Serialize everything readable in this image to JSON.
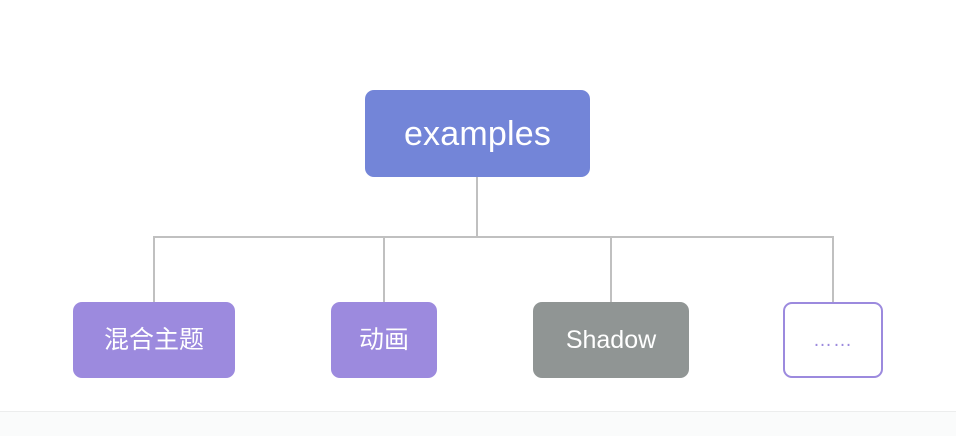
{
  "diagram": {
    "type": "tree",
    "orientation": "top-down",
    "background_color": "#ffffff",
    "connector_color": "#c0c0c0",
    "root": {
      "label": "examples",
      "fill_color": "#7385d8",
      "text_color": "#ffffff"
    },
    "children": [
      {
        "label": "混合主题",
        "fill_color": "#9c8ade",
        "text_color": "#ffffff",
        "style": "filled"
      },
      {
        "label": "动画",
        "fill_color": "#9c8ade",
        "text_color": "#ffffff",
        "style": "filled"
      },
      {
        "label": "Shadow",
        "fill_color": "#909594",
        "text_color": "#ffffff",
        "style": "filled"
      },
      {
        "label": "……",
        "fill_color": "#ffffff",
        "text_color": "#9c8ade",
        "border_color": "#9c8ade",
        "style": "outlined"
      }
    ]
  }
}
